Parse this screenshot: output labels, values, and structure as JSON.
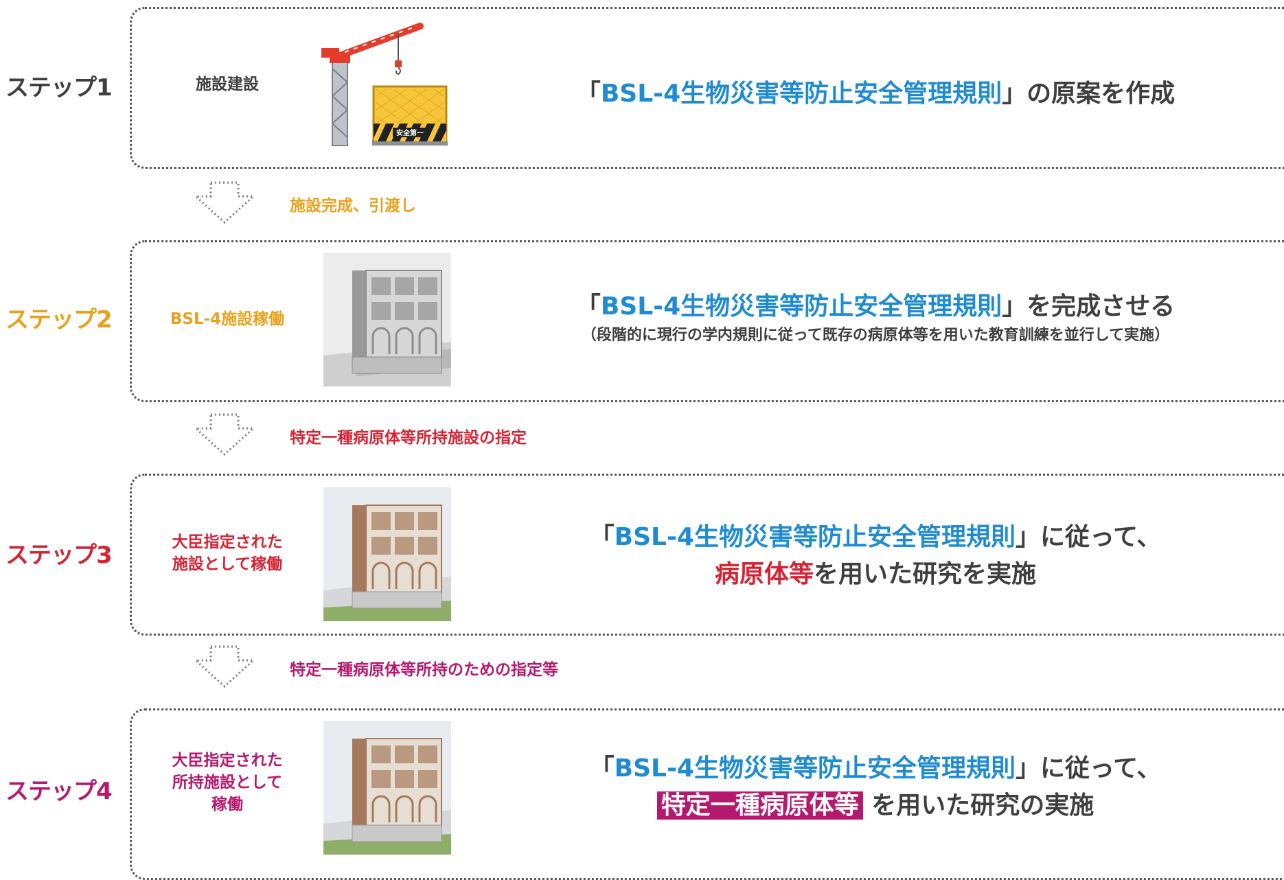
{
  "colors": {
    "step1": "#3f3f3f",
    "step2": "#e8a11a",
    "step3": "#d42434",
    "step4": "#b5196e",
    "rule_blue": "#1f8bd0",
    "text": "#3f3f3f"
  },
  "steps": [
    {
      "label": "ステップ1",
      "status": [
        "施設建設"
      ],
      "open_bracket": "「",
      "rule_name": "BSL-4生物災害等防止安全管理規則",
      "close_bracket": "」",
      "suffix": "の原案を作成"
    },
    {
      "label": "ステップ2",
      "status": [
        "BSL-4施設稼働"
      ],
      "open_bracket": "「",
      "rule_name": "BSL-4生物災害等防止安全管理規則",
      "close_bracket": "」",
      "suffix": "を完成させる",
      "note": "（段階的に現行の学内規則に従って既存の病原体等を用いた教育訓練を並行して実施）"
    },
    {
      "label": "ステップ3",
      "status": [
        "大臣指定された",
        "施設として稼働"
      ],
      "open_bracket": "「",
      "rule_name": "BSL-4生物災害等防止安全管理規則",
      "close_bracket": "」",
      "suffix": "に従って、",
      "line2_emphasis": "病原体等",
      "line2_rest": "を用いた研究を実施"
    },
    {
      "label": "ステップ4",
      "status": [
        "大臣指定された",
        "所持施設として",
        "稼働"
      ],
      "open_bracket": "「",
      "rule_name": "BSL-4生物災害等防止安全管理規則",
      "close_bracket": "」",
      "suffix": "に従って、",
      "line2_emphasis": "特定一種病原体等",
      "line2_rest": " を用いた研究の実施"
    }
  ],
  "transitions": [
    {
      "label": "施設完成、引渡し"
    },
    {
      "label": "特定一種病原体等所持施設の指定"
    },
    {
      "label": "特定一種病原体等所持のための指定等"
    }
  ],
  "images": {
    "step1": "construction-crane-and-safety-fence-illustration",
    "step2": "building-grayscale-rendering",
    "step3": "building-color-rendering",
    "step4": "building-color-rendering"
  },
  "fence_sign": "安全第一"
}
